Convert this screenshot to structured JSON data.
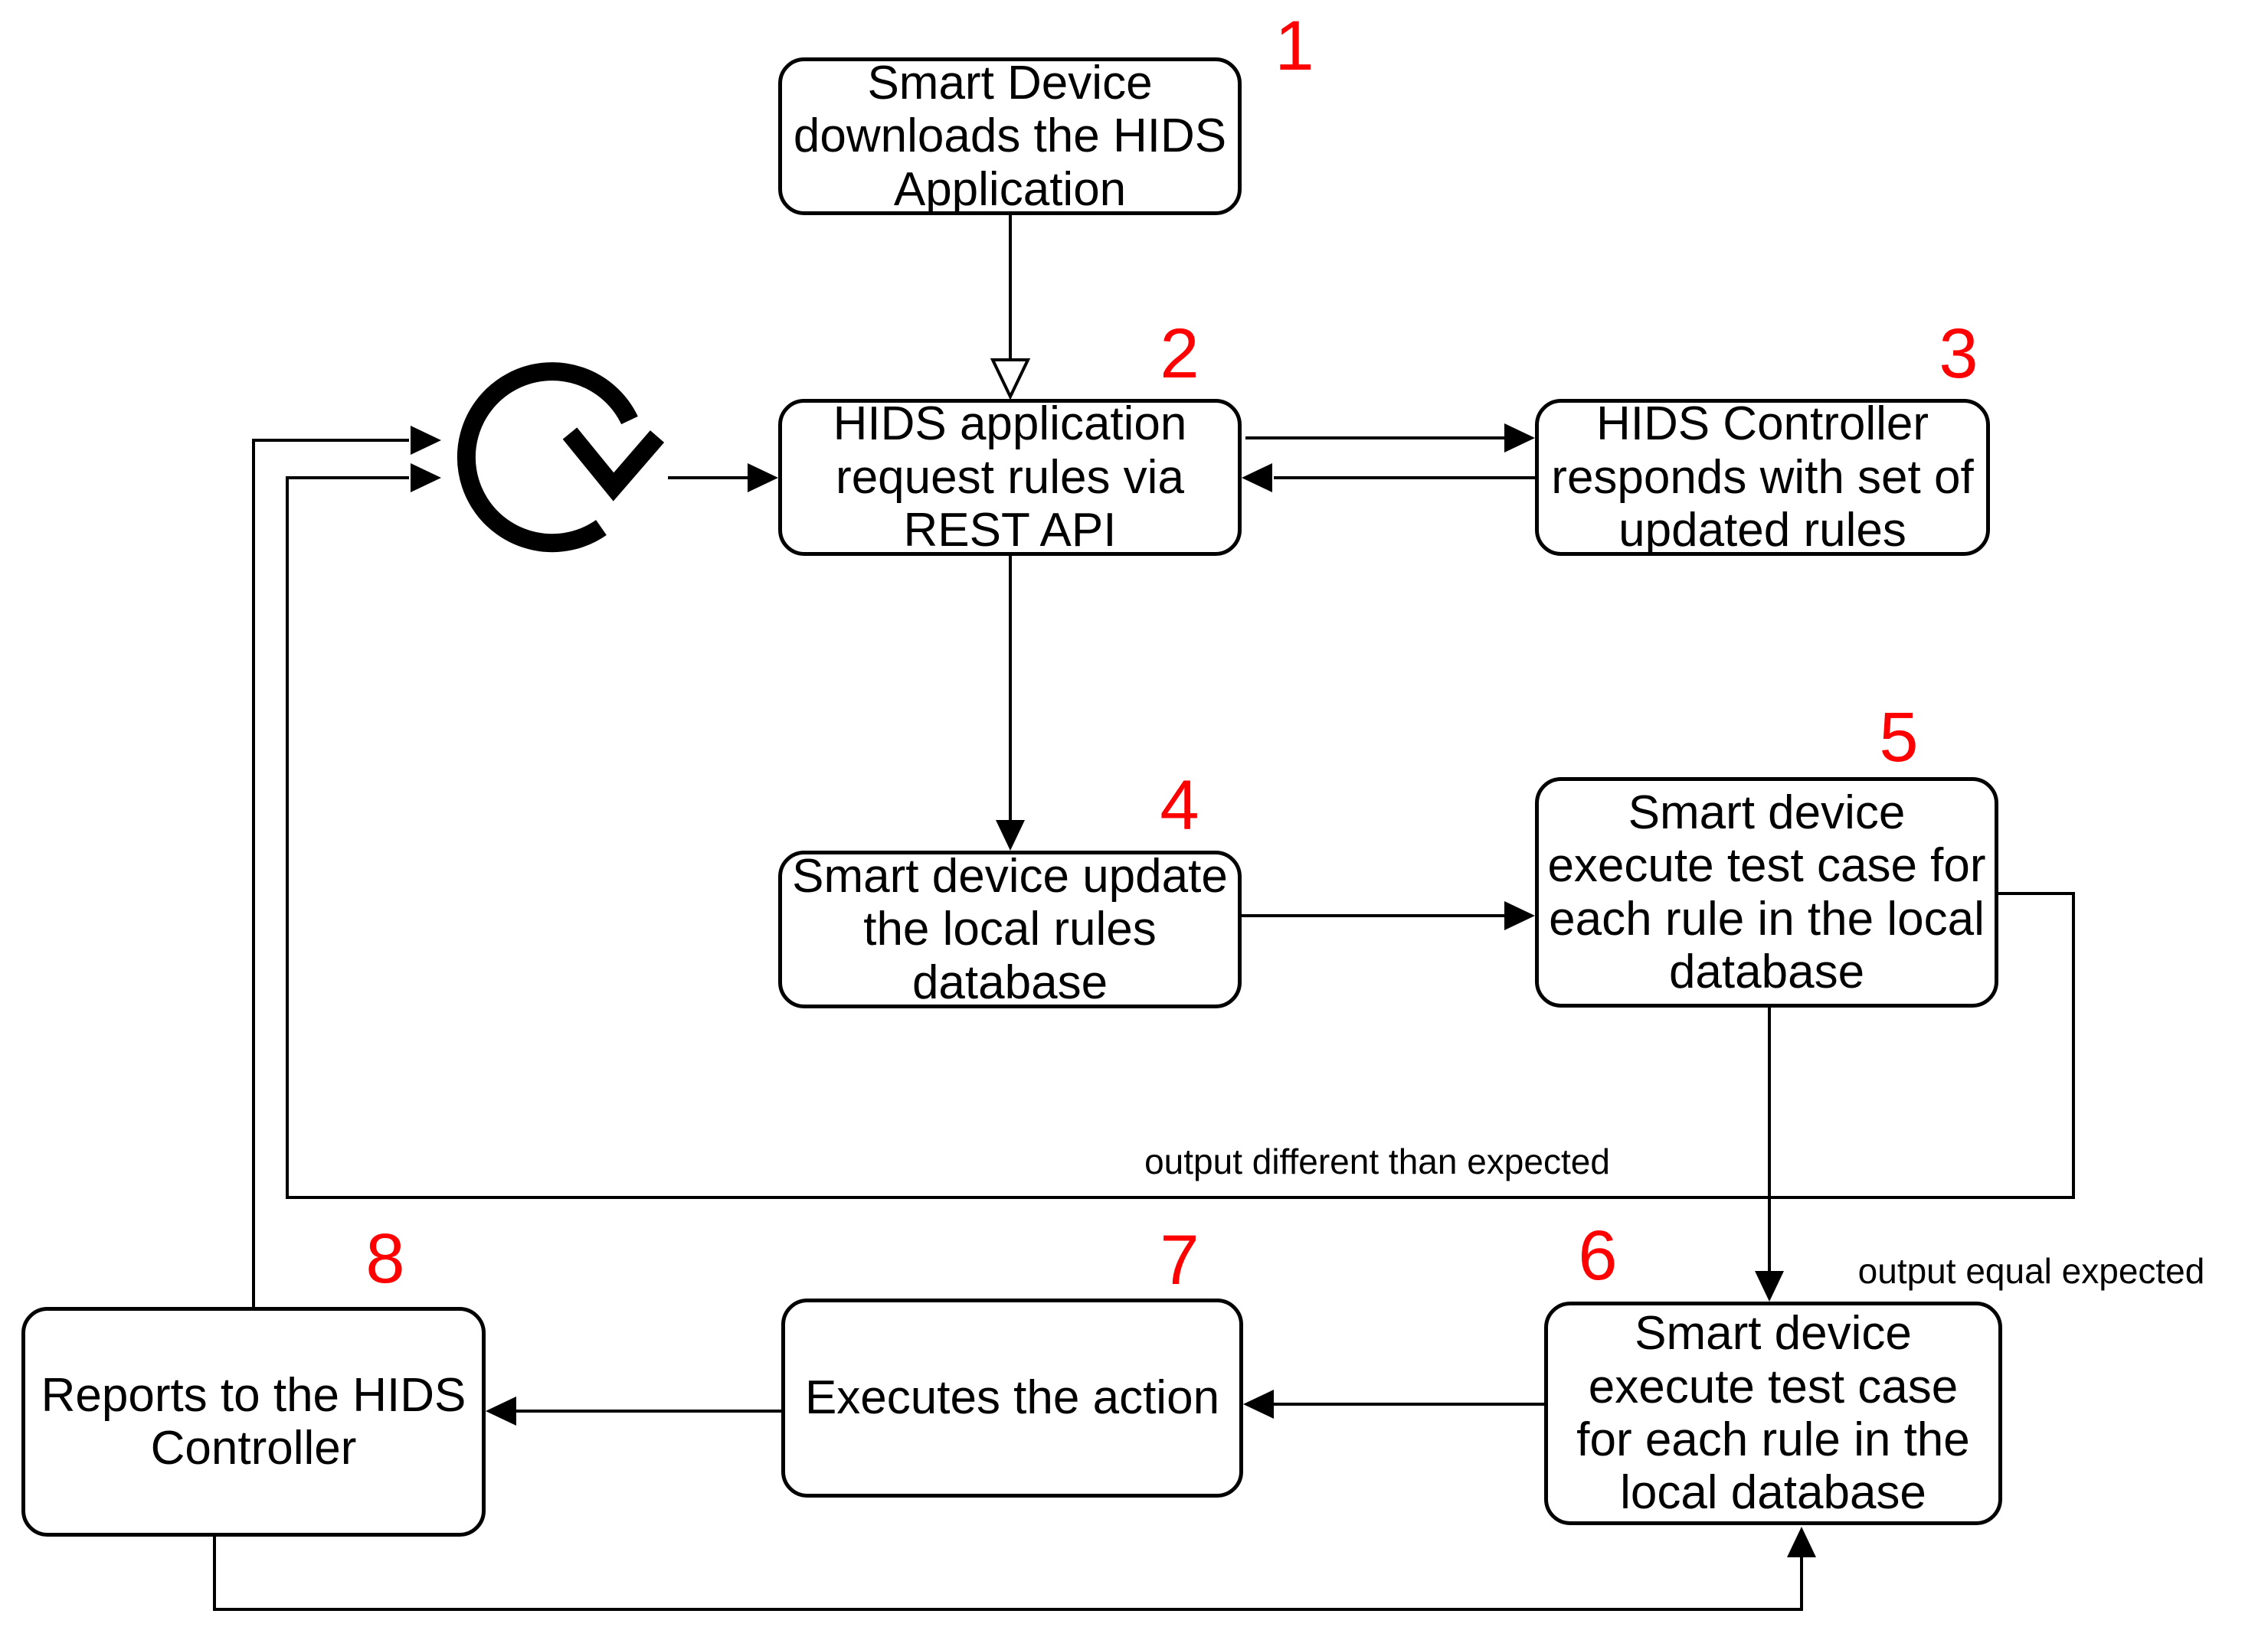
{
  "diagram": {
    "type": "flowchart",
    "background_color": "#ffffff",
    "line_color": "#000000",
    "step_number_color": "#ff0000",
    "nodes": [
      {
        "id": "1",
        "label": "Smart Device downloads the HIDS Application"
      },
      {
        "id": "2",
        "label": "HIDS application request rules via REST API"
      },
      {
        "id": "3",
        "label": "HIDS Controller responds with set of updated rules"
      },
      {
        "id": "4",
        "label": "Smart device update the local rules database"
      },
      {
        "id": "5",
        "label": "Smart device execute test case for each rule in the local database"
      },
      {
        "id": "6",
        "label": "Smart device execute test case for each rule in the local database"
      },
      {
        "id": "7",
        "label": "Executes the action"
      },
      {
        "id": "8",
        "label": "Reports to the HIDS Controller"
      }
    ],
    "edge_labels": {
      "fail": "output different than expected",
      "pass": "output equal expected"
    },
    "icons": [
      {
        "name": "clockwise-loop-icon"
      }
    ]
  }
}
